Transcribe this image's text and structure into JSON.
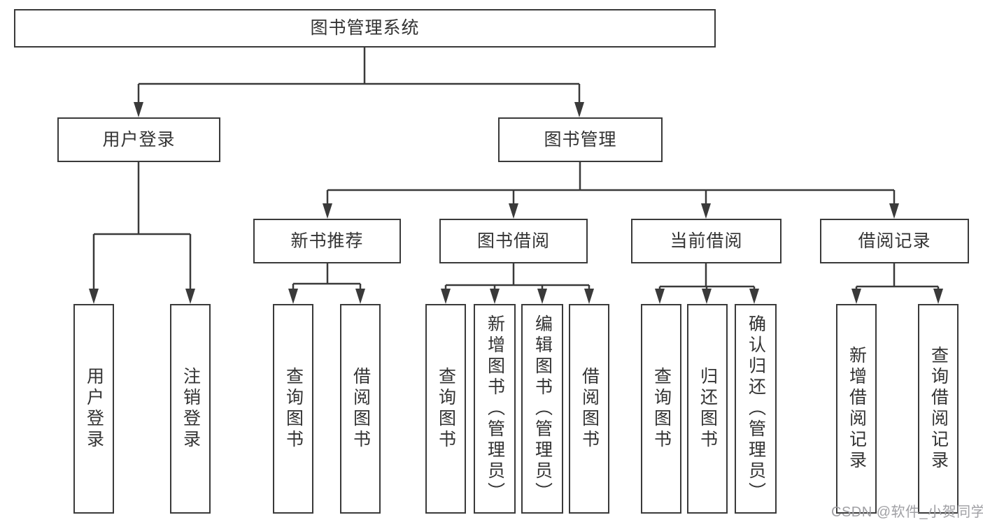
{
  "nodes": {
    "root": "图书管理系统",
    "level2": [
      "用户登录",
      "图书管理"
    ],
    "login_children": [
      "用户登录",
      "注销登录"
    ],
    "level3": [
      "新书推荐",
      "图书借阅",
      "当前借阅",
      "借阅记录"
    ],
    "recommend_children": [
      "查询图书",
      "借阅图书"
    ],
    "borrow_children": [
      "查询图书",
      "新增图书（管理员）",
      "编辑图书（管理员）",
      "借阅图书"
    ],
    "current_children": [
      "查询图书",
      "归还图书",
      "确认归还（管理员）"
    ],
    "record_children": [
      "新增借阅记录",
      "查询借阅记录"
    ]
  },
  "watermark": "CSDN @软件_小贺同学",
  "colors": {
    "line": "#3a3a3a",
    "border": "#3a3a3a",
    "text": "#333333",
    "watermark": "#a0a0a4",
    "background": "#ffffff"
  }
}
